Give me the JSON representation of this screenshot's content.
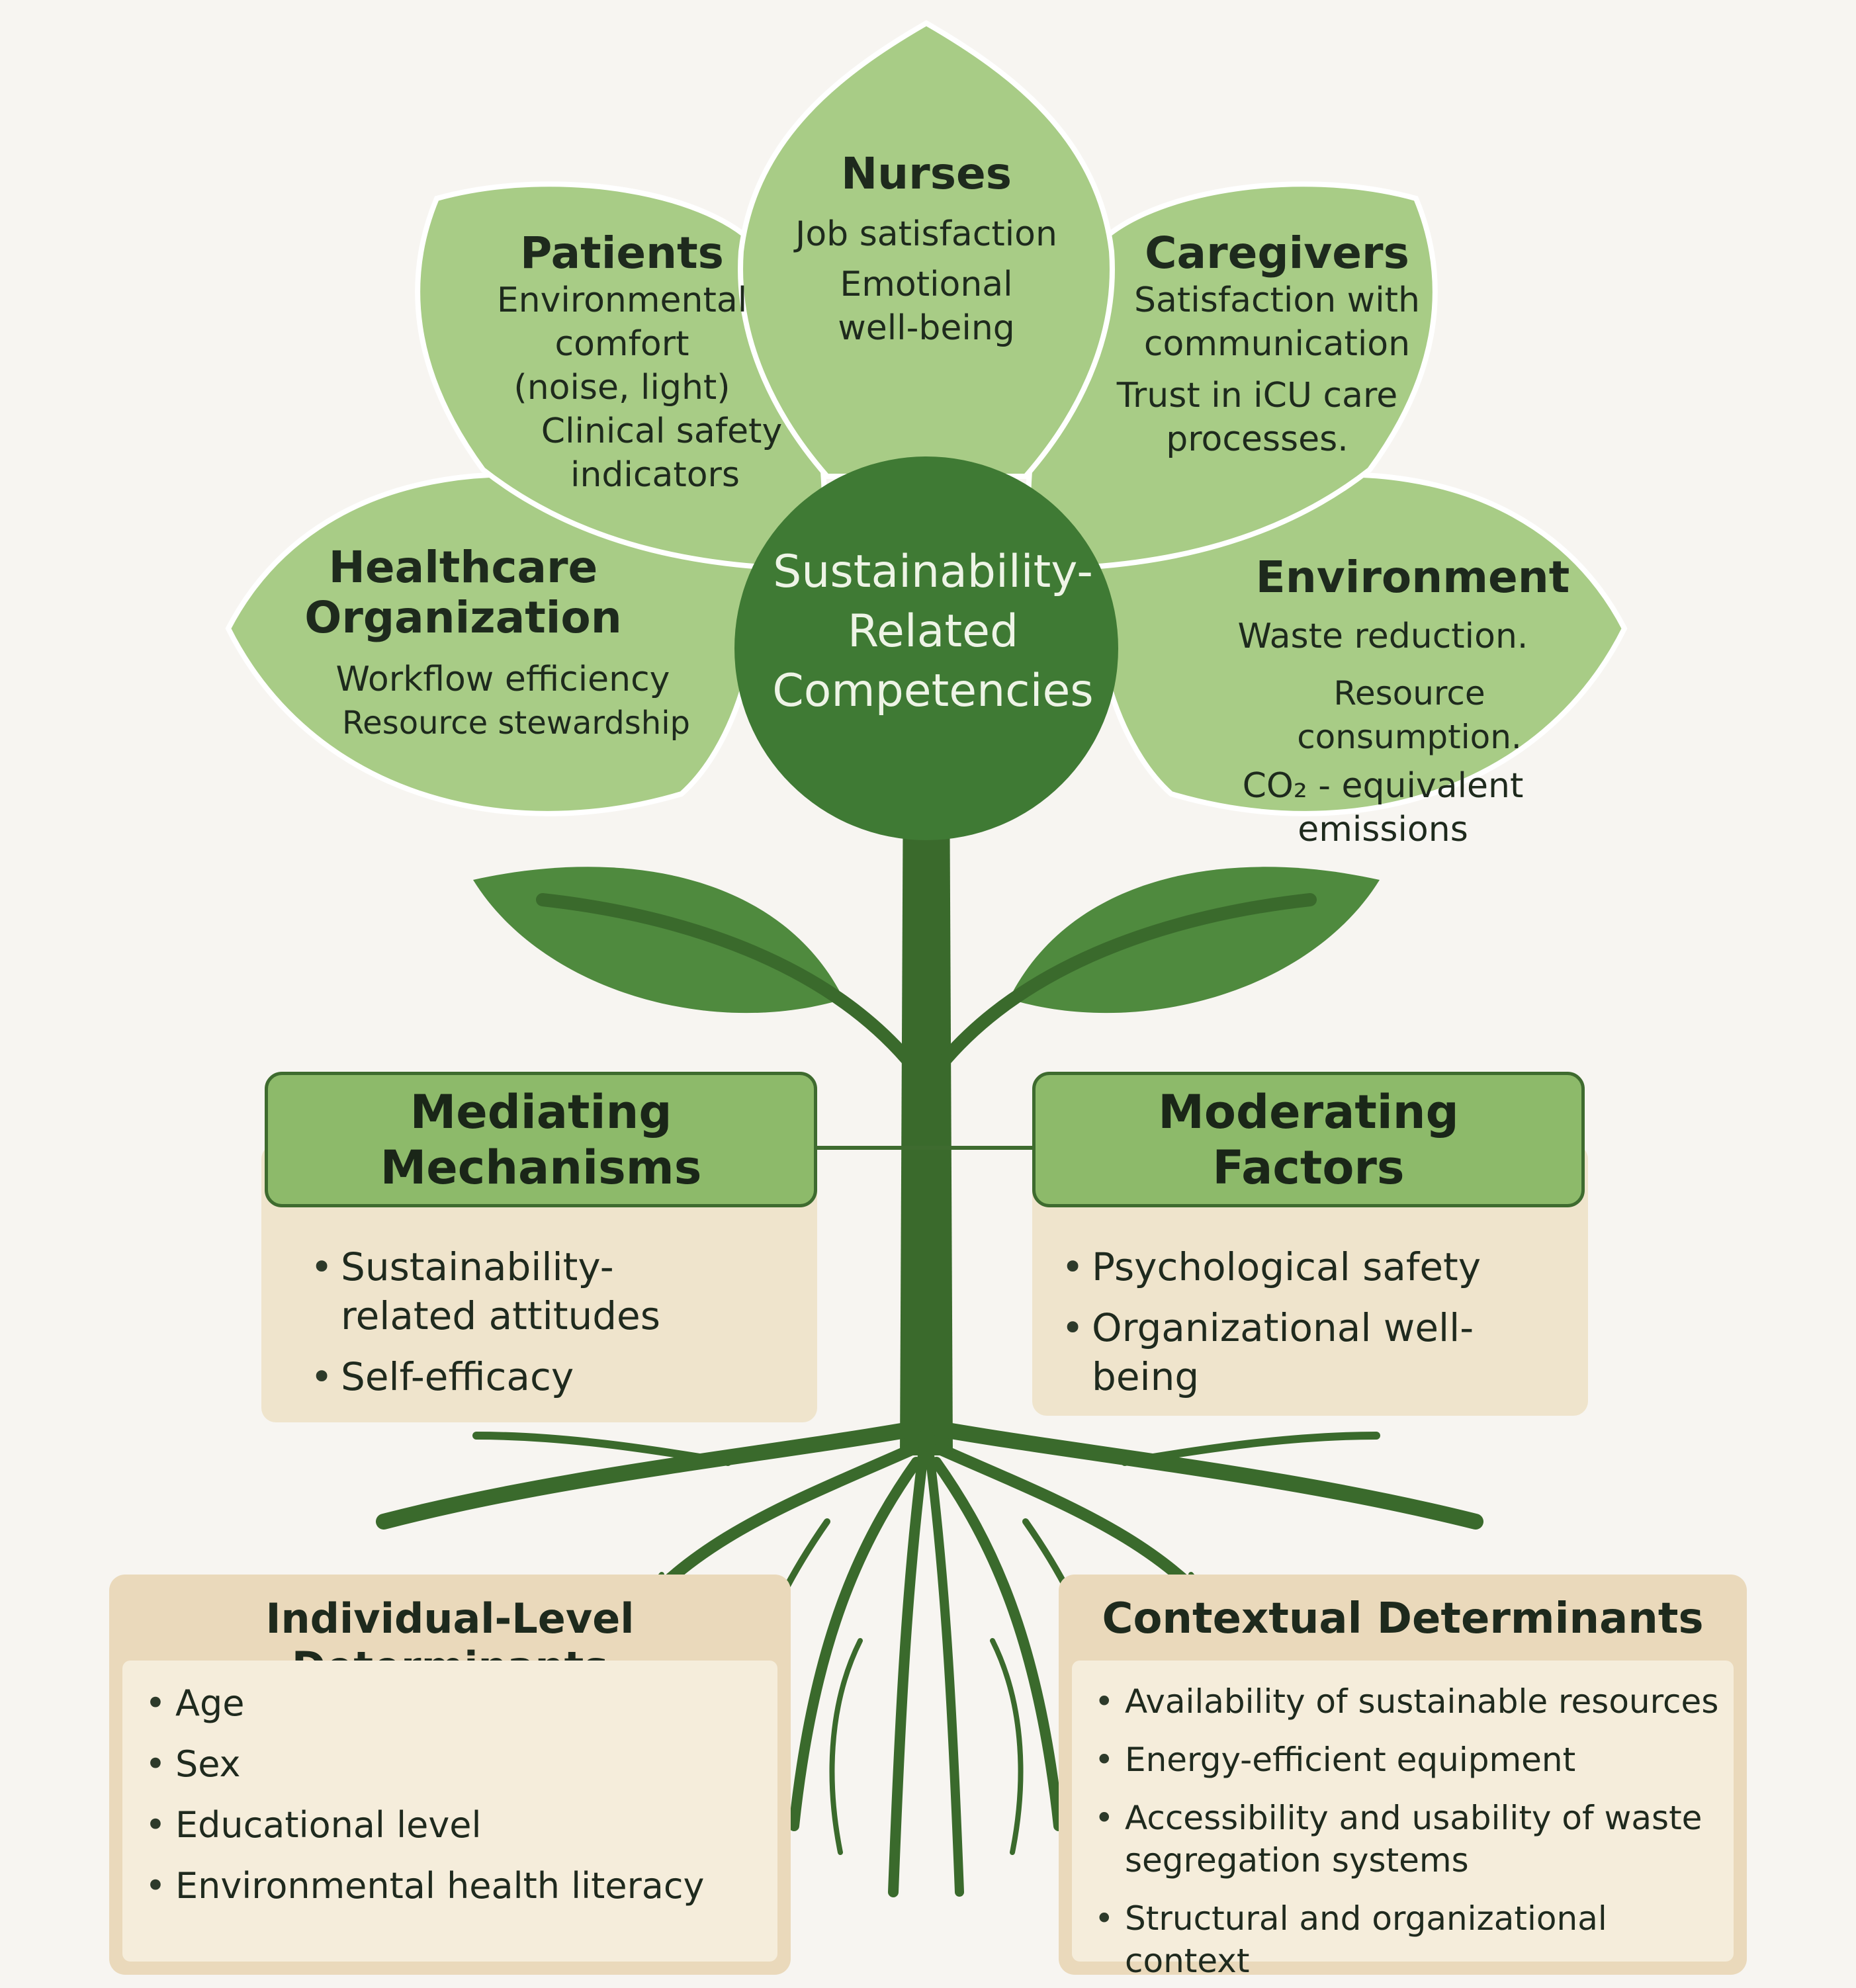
{
  "center": {
    "line1": "Sustainability-",
    "line2": "Related",
    "line3": "Competencies"
  },
  "petals": {
    "nurses": {
      "title": "Nurses",
      "lines": [
        "Job satisfaction",
        "Emotional",
        "well-being"
      ]
    },
    "patients": {
      "title": "Patients",
      "lines": [
        "Environmental",
        "comfort",
        "(noise, light)",
        "Clinical safety",
        "indicators"
      ]
    },
    "caregivers": {
      "title": "Caregivers",
      "lines": [
        "Satisfaction with",
        "communication",
        "Trust in iCU care",
        "processes."
      ]
    },
    "healthcare": {
      "title_line1": "Healthcare",
      "title_line2": "Organization",
      "lines": [
        "Workflow efficiency",
        "Resource stewardship"
      ]
    },
    "environment": {
      "title": "Environment",
      "lines": [
        "Waste reduction.",
        "Resource consumption.",
        "CO₂ - equivalent",
        "emissions"
      ]
    }
  },
  "mediating": {
    "title_line1": "Mediating",
    "title_line2": "Mechanisms",
    "items": [
      "Sustainability-related attitudes",
      "Self-efficacy"
    ]
  },
  "moderating": {
    "title_line1": "Moderating",
    "title_line2": "Factors",
    "items": [
      "Psychological safety",
      "Organizational well-being"
    ]
  },
  "individual": {
    "title": "Individual-Level Determinants",
    "items": [
      "Age",
      "Sex",
      "Educational level",
      "Environmental health literacy"
    ]
  },
  "contextual": {
    "title": "Contextual Determinants",
    "items": [
      "Availability of sustainable resources",
      "Energy-efficient equipment",
      "Accessibility and usability of waste segregation systems",
      "Structural and organizational context"
    ]
  },
  "colors": {
    "background": "#f7f5f1",
    "petal": "#a8cc86",
    "petal_outline": "#ffffff",
    "center": "#3f7a34",
    "stem": "#3a6a2c",
    "leaf": "#4f8a3e",
    "box_head": "#8dba6a",
    "box_body": "#efe4cc"
  }
}
